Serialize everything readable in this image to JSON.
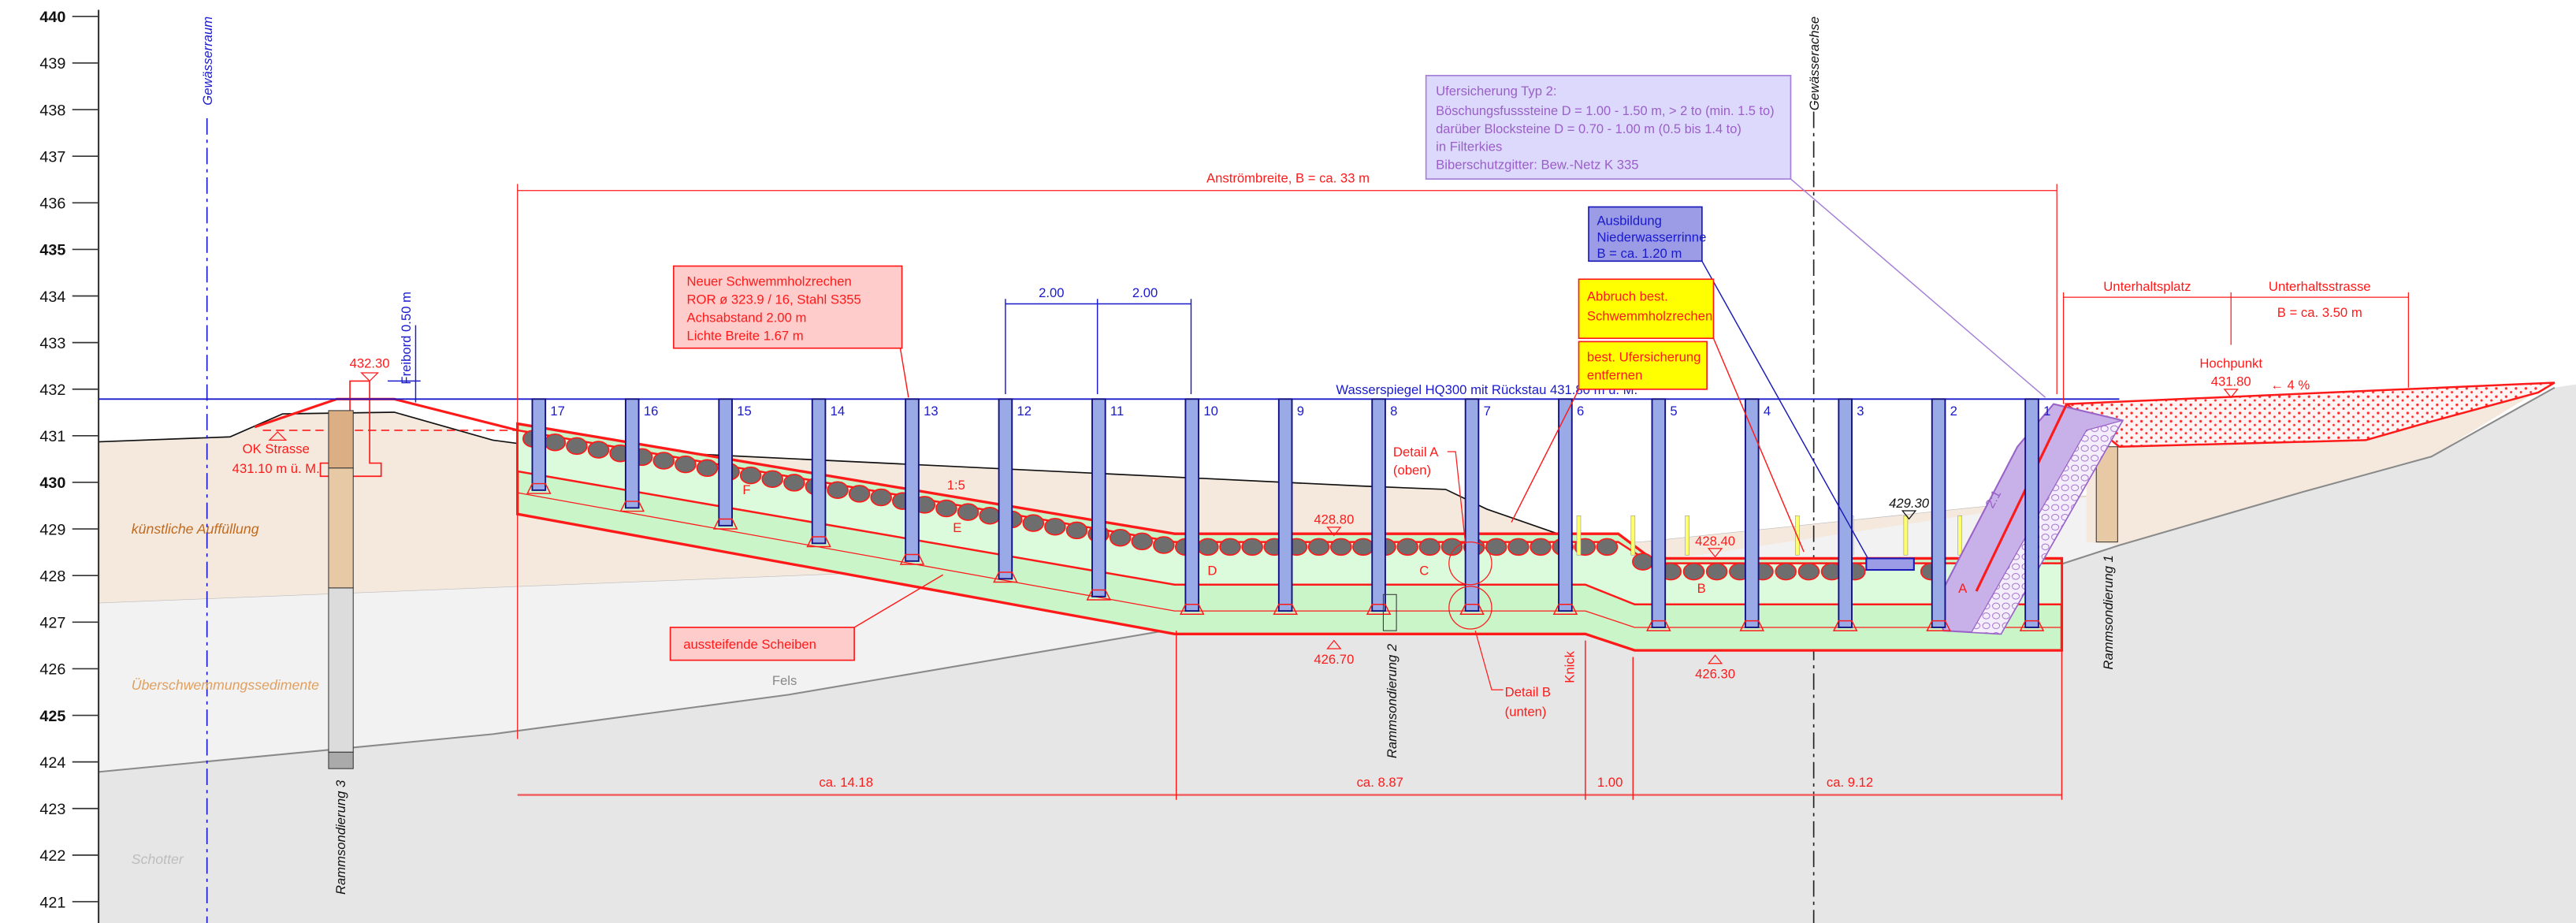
{
  "axis": {
    "ticks": [
      "440",
      "439",
      "438",
      "437",
      "436",
      "435",
      "434",
      "433",
      "432",
      "431",
      "430",
      "429",
      "428",
      "427",
      "426",
      "425",
      "424",
      "423",
      "422",
      "421"
    ],
    "major": [
      "440",
      "435",
      "430",
      "425"
    ]
  },
  "axes_lines": {
    "gewaesserraum": "Gewässerraum",
    "gewaesserachse": "Gewässerachse"
  },
  "water_level": "Wasserspiegel HQ300 mit Rückstau 431.80 m ü. M.",
  "soils": {
    "fill": "künstliche Auffüllung",
    "sediments": "Überschwemmungssedimente",
    "gravel": "Schotter",
    "rock": "Fels"
  },
  "left_dike": {
    "elevation": "432.30",
    "freeboard": "Freibord 0.50 m",
    "road_label": "OK Strasse",
    "road_elevation": "431.10 m ü. M."
  },
  "probes": [
    "Rammsondierung 3",
    "Rammsondierung 2",
    "Rammsondierung 1"
  ],
  "piles": [
    "17",
    "16",
    "15",
    "14",
    "13",
    "12",
    "11",
    "10",
    "9",
    "8",
    "7",
    "6",
    "5",
    "4",
    "3",
    "2",
    "1"
  ],
  "dimensions": {
    "inflow_width": "Anströmbreite, B = ca. 33 m",
    "spacing": [
      "2.00",
      "2.00"
    ],
    "bottom": [
      "ca. 14.18",
      "ca. 8.87",
      "1.00",
      "ca. 9.12"
    ],
    "maintenance_area": "Unterhaltsplatz",
    "maintenance_road": "Unterhaltsstrasse",
    "road_width": "B = ca. 3.50 m"
  },
  "levels": {
    "top_mid": "428.80",
    "top_right": "428.40",
    "channel": "429.30",
    "bottom_mid": "426.70",
    "bottom_right": "426.30",
    "high_point_label": "Hochpunkt",
    "high_point": "431.80",
    "slope": "← 4 %",
    "ratio_left": "1:5",
    "ratio_bank": "2:1"
  },
  "section_letters": [
    "F",
    "E",
    "D",
    "C",
    "B",
    "A"
  ],
  "details": {
    "a": [
      "Detail A",
      "(oben)"
    ],
    "b": [
      "Detail B",
      "(unten)"
    ],
    "knick": "Knick"
  },
  "callouts": {
    "rechen": [
      "Neuer Schwemmholzrechen",
      "ROR ø 323.9 / 16, Stahl S355",
      "Achsabstand 2.00 m",
      "Lichte Breite 1.67 m"
    ],
    "scheiben": "aussteifende Scheiben",
    "ufer": [
      "Ufersicherung Typ 2:",
      "Böschungsfusssteine D = 1.00 - 1.50 m, > 2 to (min. 1.5 to)",
      "darüber Blocksteine D = 0.70 - 1.00 m  (0.5 bis 1.4 to)",
      "in Filterkies",
      "Biberschutzgitter: Bew.-Netz K 335"
    ],
    "rinne": [
      "Ausbildung",
      "Niederwasserrinne",
      "B = ca. 1.20 m"
    ],
    "abbruch": [
      "Abbruch best.",
      "Schwemmholzrechen"
    ],
    "entfernen": [
      "best. Ufersicherung",
      "entfernen"
    ]
  },
  "colors": {
    "structure": "#ff1a1a",
    "pile": "#9aaae6",
    "pile_stroke": "#101080",
    "concrete": "#c9f5c9",
    "fill_soil": "#f5e9de",
    "sediment": "#f2f2f2",
    "gravel": "#e6e6e6",
    "riprap": "#c8b0e8"
  }
}
